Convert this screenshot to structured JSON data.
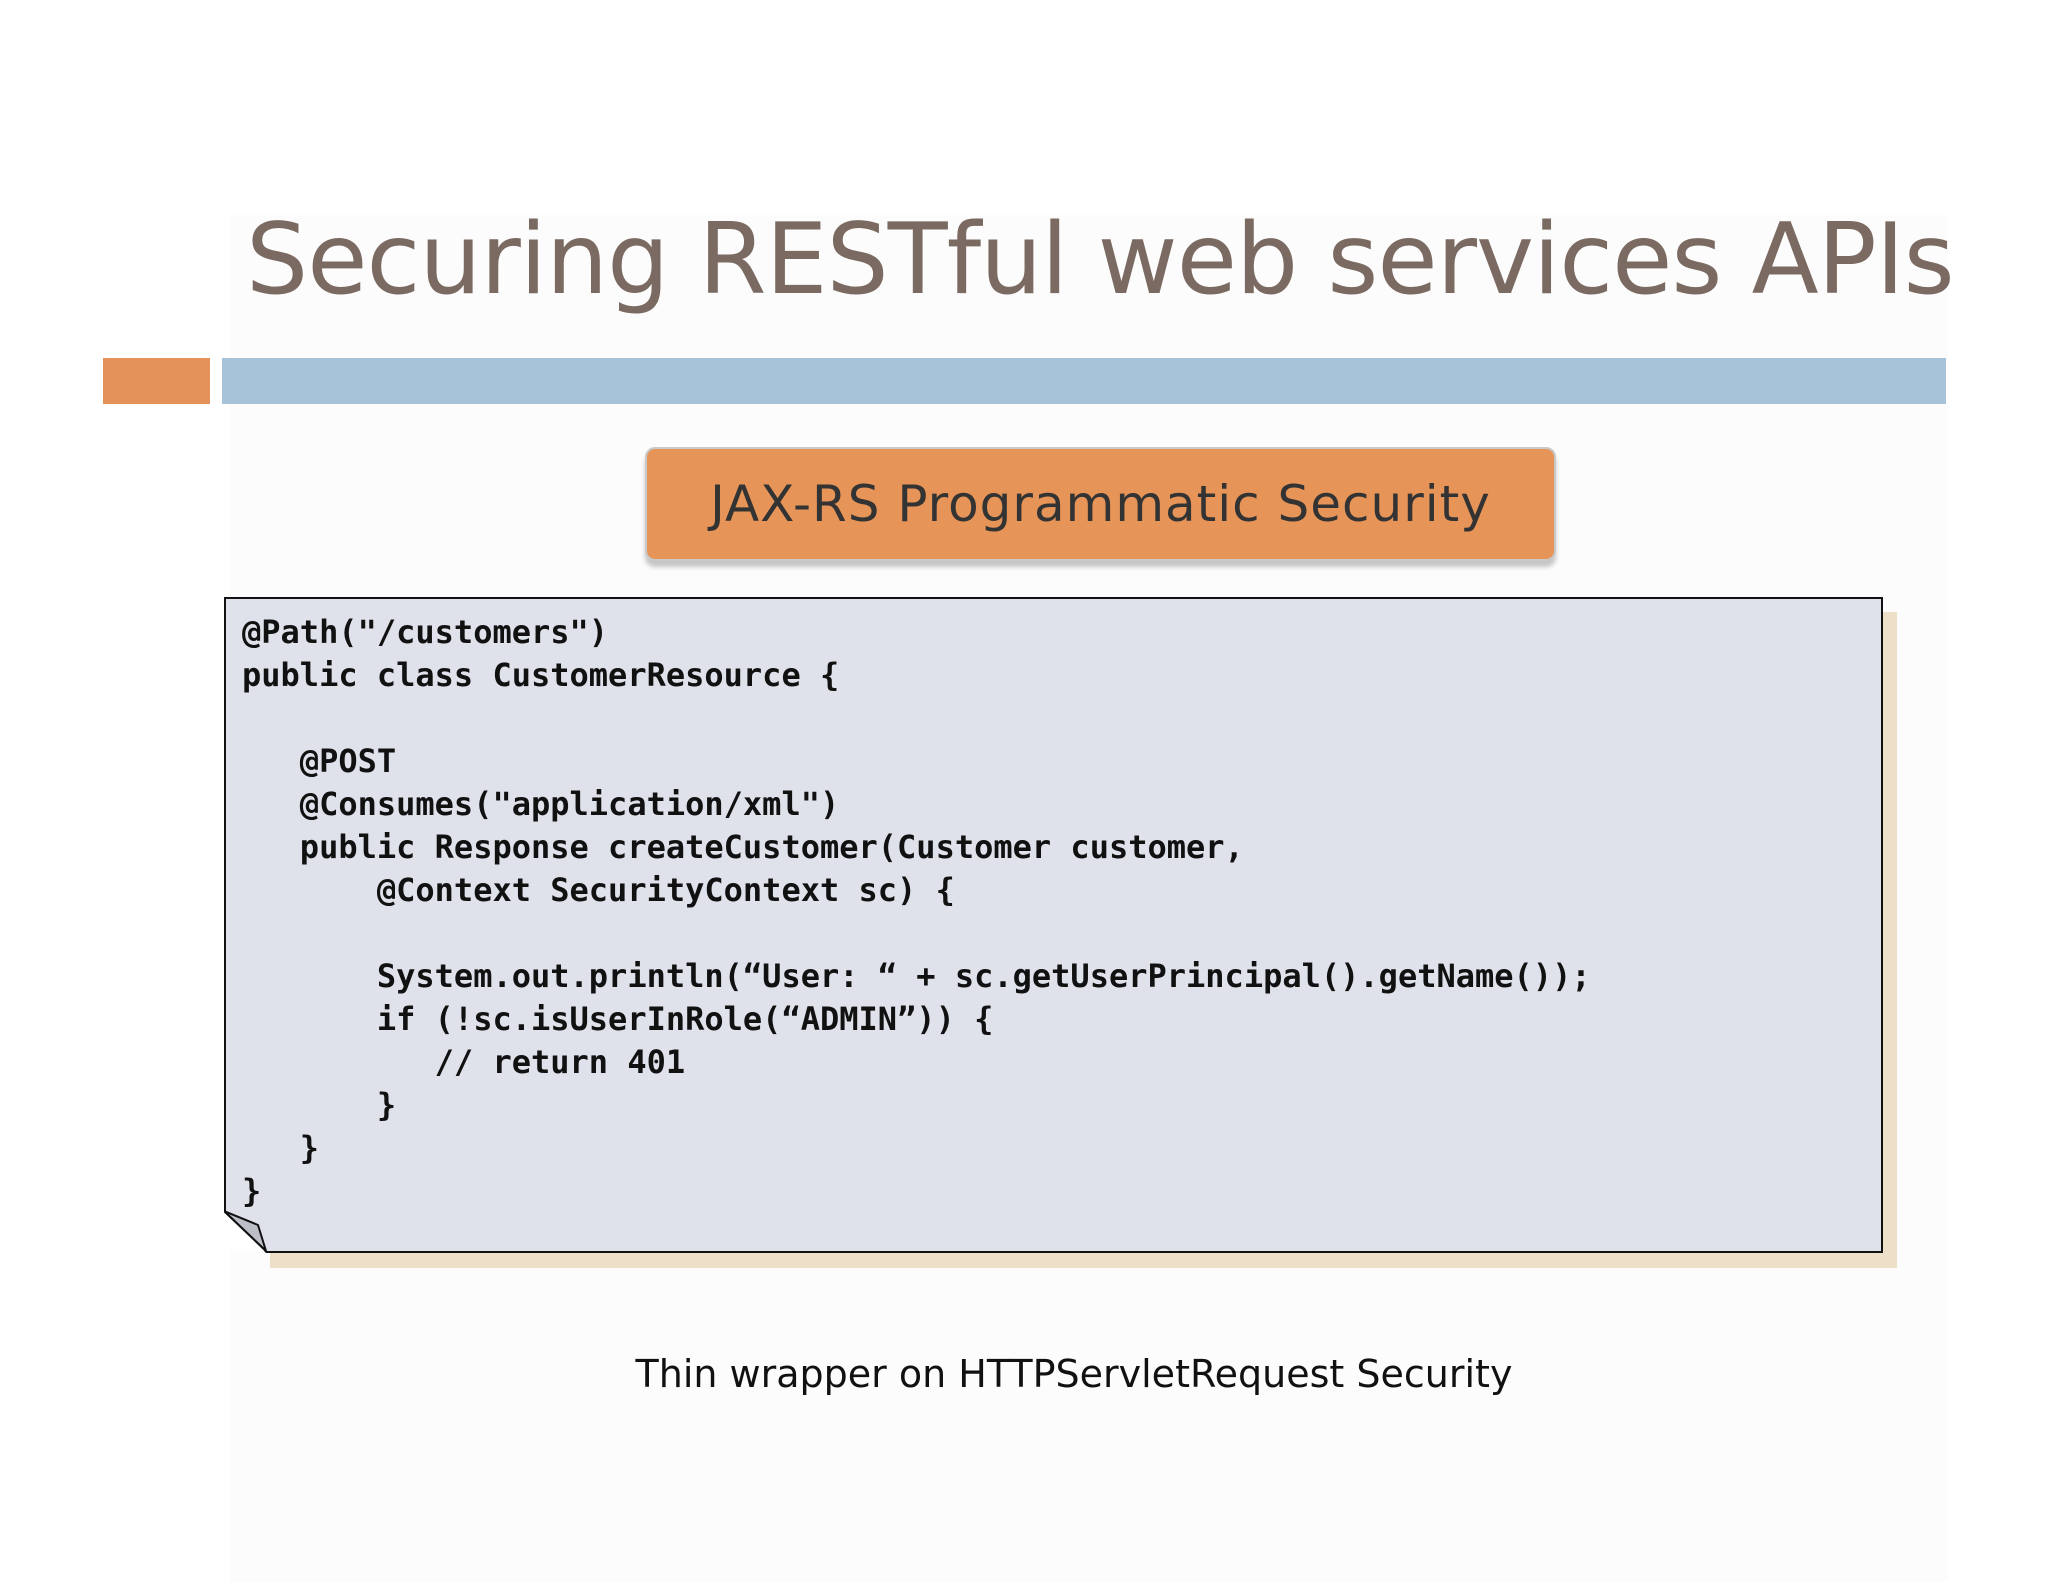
{
  "slide": {
    "title": "Securing RESTful web services APIs",
    "label": "JAX-RS Programmatic Security",
    "code_lines": [
      "@Path(\"/customers\")",
      "public class CustomerResource {",
      "",
      "   @POST",
      "   @Consumes(\"application/xml\")",
      "   public Response createCustomer(Customer customer,",
      "       @Context SecurityContext sc) {",
      "",
      "       System.out.println(“User: “ + sc.getUserPrincipal().getName());",
      "       if (!sc.isUserInRole(“ADMIN”)) {",
      "          // return 401",
      "       }",
      "   }",
      "}"
    ],
    "caption": "Thin wrapper on HTTPServletRequest Security"
  },
  "colors": {
    "title": "#7b6a61",
    "accent_orange": "#e5915a",
    "accent_blue": "#a6c3da",
    "code_background": "#dfe2eb",
    "code_shadow": "#eedfc8"
  }
}
